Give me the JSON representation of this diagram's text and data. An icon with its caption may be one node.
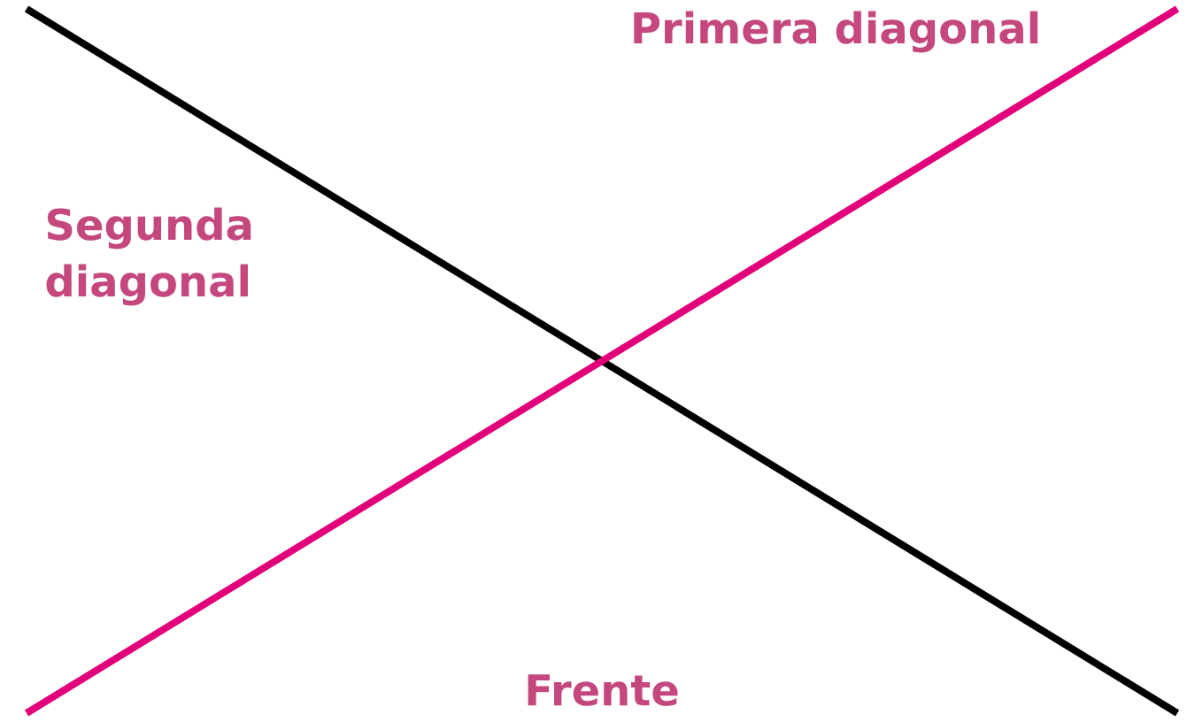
{
  "diagram": {
    "labels": [
      "Primera diagonal",
      "Segunda diagonal",
      "Frente"
    ]
  }
}
